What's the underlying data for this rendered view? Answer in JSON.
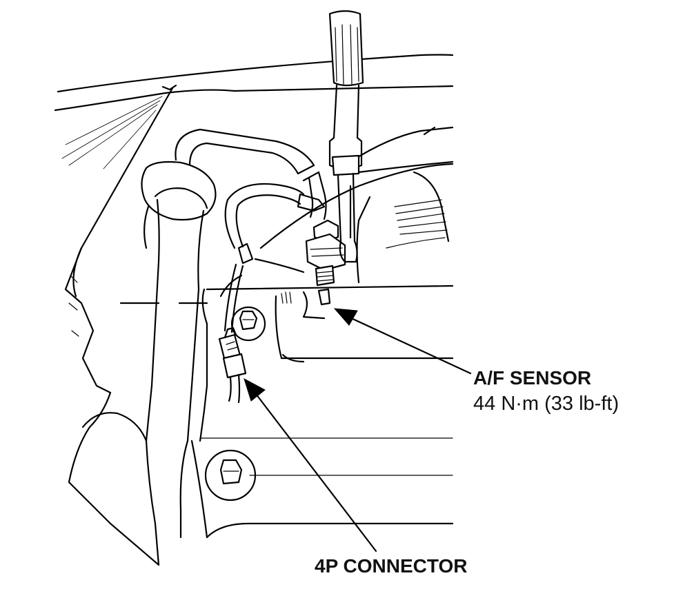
{
  "callouts": {
    "af_sensor": {
      "name": "A/F SENSOR",
      "torque": "44 N·m (33 lb-ft)"
    },
    "connector": {
      "name": "4P CONNECTOR"
    }
  },
  "colors": {
    "line": "#000000",
    "background": "#ffffff"
  }
}
